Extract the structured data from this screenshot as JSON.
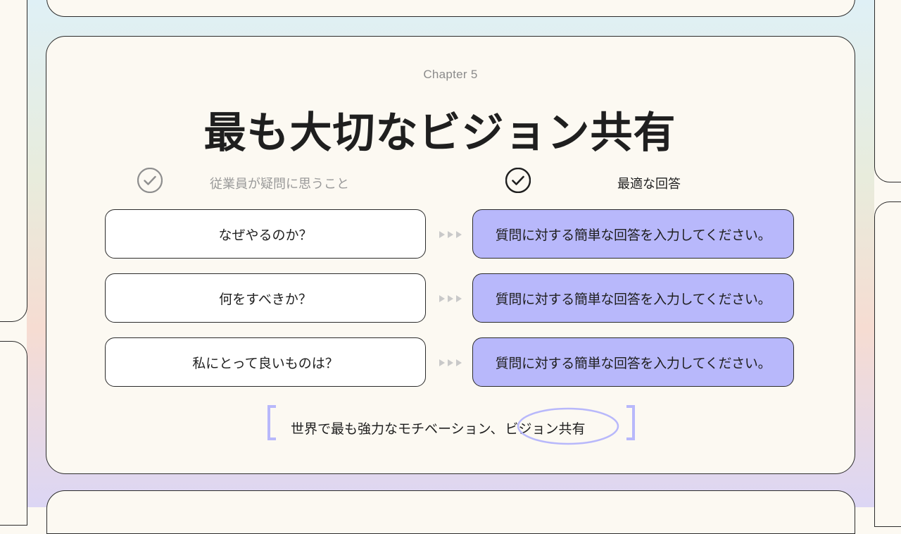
{
  "slide": {
    "chapter": "Chapter 5",
    "title": "最も大切なビジョン共有",
    "col_left_header": "従業員が疑問に思うこと",
    "col_right_header": "最適な回答",
    "rows": [
      {
        "question": "なぜやるのか？",
        "answer": "質問に対する簡単な回答を入力してください。"
      },
      {
        "question": "何をすべきか？",
        "answer": "質問に対する簡単な回答を入力してください。"
      },
      {
        "question": "私にとって良いものは？",
        "answer": "質問に対する簡単な回答を入力してください。"
      }
    ],
    "footer_text": "世界で最も強力なモチベーション、",
    "footer_highlight": "ビジョン共有"
  },
  "colors": {
    "answer_fill": "#b8b8fb",
    "accent": "#b8b8fb",
    "text": "#1f1f1f",
    "muted": "#9a9a9a"
  }
}
